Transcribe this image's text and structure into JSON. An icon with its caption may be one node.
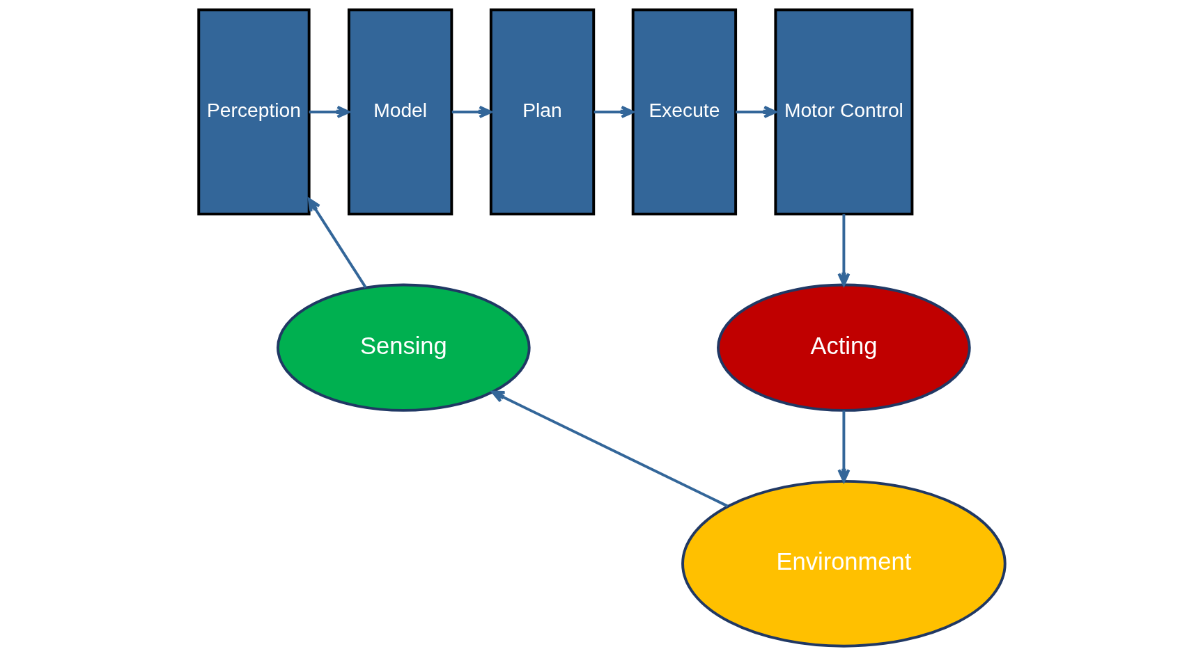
{
  "diagram": {
    "nodes": [
      {
        "text": [
          "Perception"
        ]
      },
      {
        "text": [
          "Model"
        ]
      },
      {
        "text": [
          "Plan"
        ]
      },
      {
        "text": [
          "Execute"
        ]
      },
      {
        "text": [
          "Motor Control"
        ]
      },
      {
        "text": [
          "Sensing"
        ]
      },
      {
        "text": [
          "Acting"
        ]
      },
      {
        "text": [
          "Environment"
        ]
      }
    ],
    "edges": [
      {
        "from": 5,
        "to": 0,
        "arrow": "to"
      },
      {
        "from": 0,
        "to": 1,
        "arrow": "to"
      },
      {
        "from": 1,
        "to": 2,
        "arrow": "to"
      },
      {
        "from": 2,
        "to": 3,
        "arrow": "to"
      },
      {
        "from": 3,
        "to": 4,
        "arrow": "to"
      },
      {
        "from": 4,
        "to": 6,
        "arrow": "to"
      },
      {
        "from": 6,
        "to": 7,
        "arrow": "to"
      },
      {
        "from": 7,
        "to": 5,
        "arrow": "to"
      }
    ]
  }
}
